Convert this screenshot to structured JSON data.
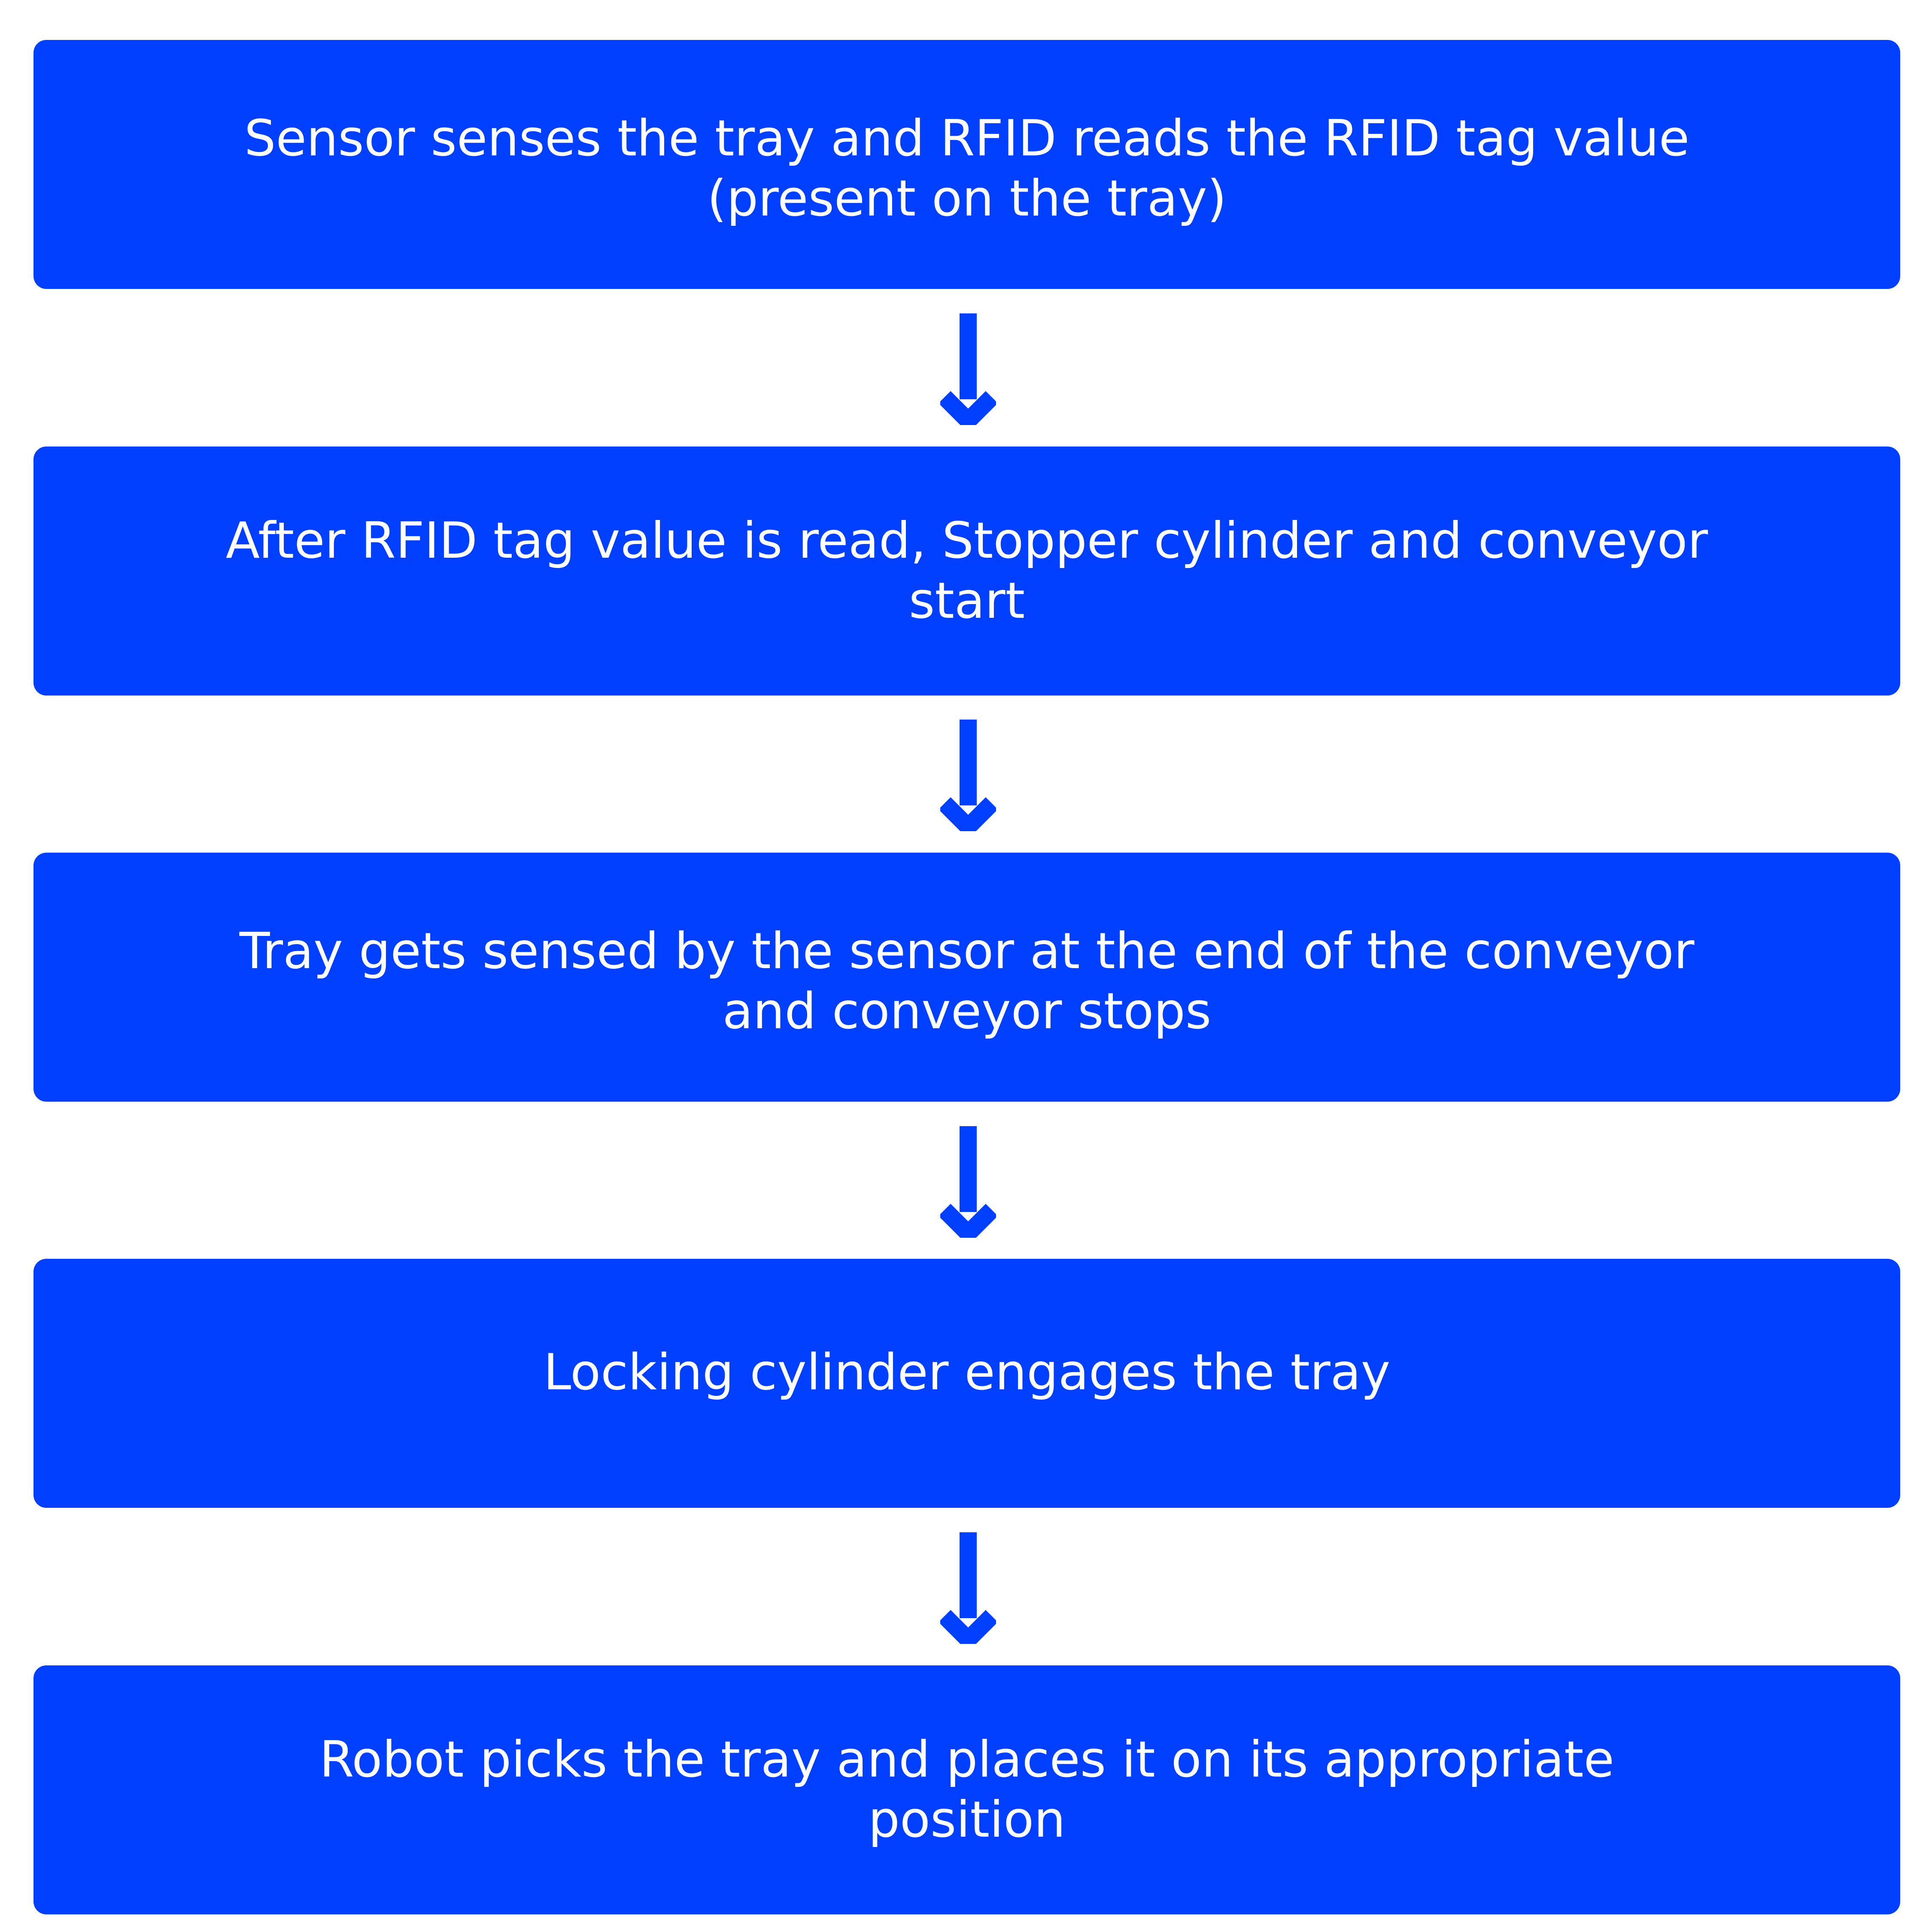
{
  "colors": {
    "box_fill": "#003ffd",
    "box_text": "#ffffff",
    "arrow": "#003ffd",
    "background": "#ffffff"
  },
  "steps": [
    {
      "label": "Sensor senses the tray and RFID reads the RFID tag value (present on the tray)"
    },
    {
      "label": "After RFID tag value is read, Stopper cylinder and conveyor start"
    },
    {
      "label": "Tray gets sensed by the sensor at the end of the conveyor and conveyor stops"
    },
    {
      "label": "Locking cylinder engages the tray"
    },
    {
      "label": "Robot picks the tray and places it on its appropriate position"
    }
  ],
  "connectors": [
    {
      "from": 1,
      "to": 2,
      "icon": "arrow-down-icon"
    },
    {
      "from": 2,
      "to": 3,
      "icon": "arrow-down-icon"
    },
    {
      "from": 3,
      "to": 4,
      "icon": "arrow-down-icon"
    },
    {
      "from": 4,
      "to": 5,
      "icon": "arrow-down-icon"
    }
  ]
}
